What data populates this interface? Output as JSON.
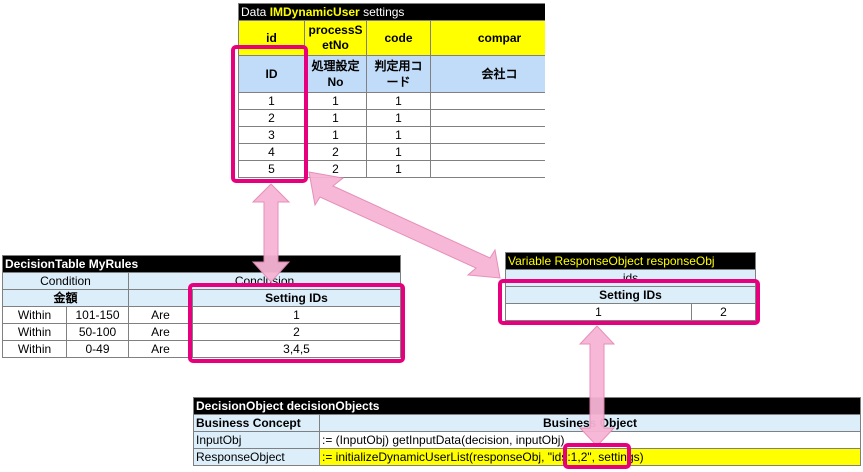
{
  "data_table": {
    "title_prefix": "Data ",
    "title_name": "IMDynamicUser",
    "title_suffix": " settings",
    "headers": [
      "id",
      "processSetNo",
      "code",
      "compar"
    ],
    "labels": [
      "ID",
      "処理設定No",
      "判定用コード",
      "会社コ"
    ],
    "rows": [
      [
        "1",
        "1",
        "1",
        ""
      ],
      [
        "2",
        "1",
        "1",
        ""
      ],
      [
        "3",
        "1",
        "1",
        ""
      ],
      [
        "4",
        "2",
        "1",
        ""
      ],
      [
        "5",
        "2",
        "1",
        ""
      ]
    ]
  },
  "decision_table": {
    "title": "DecisionTable MyRules",
    "condition_header": "Condition",
    "conclusion_header": "Conclusion",
    "amount_label": "金額",
    "setting_ids_label": "Setting IDs",
    "rows": [
      {
        "op": "Within",
        "range": "101-150",
        "verb": "Are",
        "ids": "1"
      },
      {
        "op": "Within",
        "range": "50-100",
        "verb": "Are",
        "ids": "2"
      },
      {
        "op": "Within",
        "range": "0-49",
        "verb": "Are",
        "ids": "3,4,5"
      }
    ]
  },
  "variable": {
    "title": "Variable ResponseObject responseObj",
    "field": "ids",
    "setting_ids_label": "Setting IDs",
    "values": [
      "1",
      "2"
    ]
  },
  "decision_object": {
    "title": "DecisionObject decisionObjects",
    "col1_header": "Business Concept",
    "col2_header": "Business Object",
    "rows": [
      {
        "concept": "InputObj",
        "object": ":= (InputObj) getInputData(decision, inputObj)"
      },
      {
        "concept": "ResponseObject",
        "object_prefix": ":= initializeDynamicUserList(responseObj, ",
        "object_highlight": "\"ids:1,2\"",
        "object_suffix": ", settings)"
      }
    ]
  },
  "colors": {
    "highlight_border": "#e6007e",
    "arrow_fill": "#f7b4d4",
    "arrow_stroke": "#e48ab6",
    "header_yellow": "#ffff00",
    "label_blue": "#c0dcf8"
  }
}
